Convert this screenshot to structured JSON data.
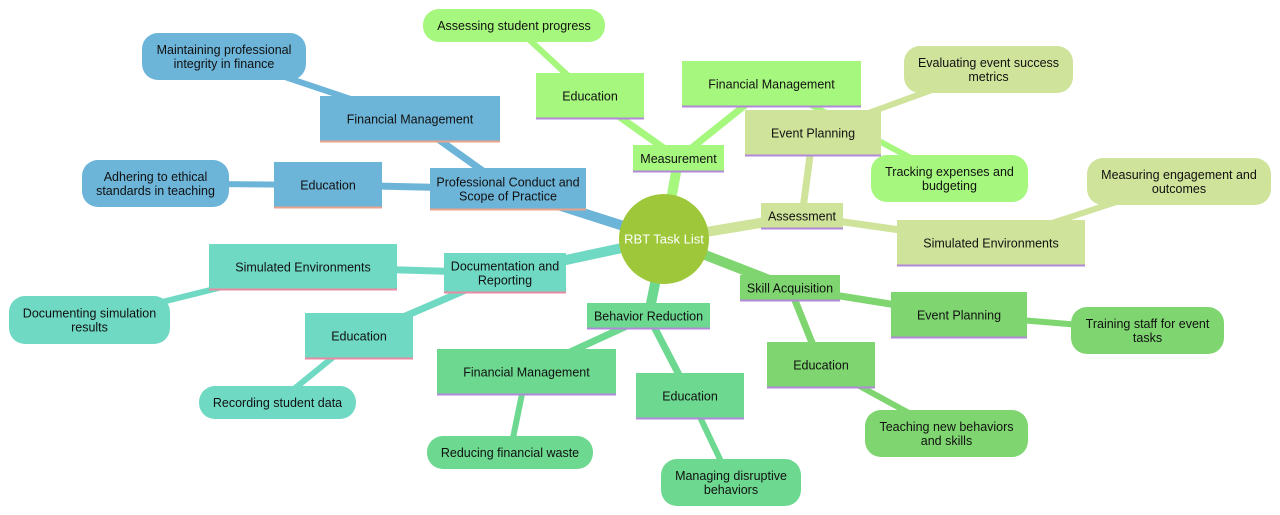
{
  "root": {
    "label": "RBT Task List",
    "color": "#9ec83a"
  },
  "branches": [
    {
      "id": "professional-conduct",
      "label": [
        "Professional Conduct and",
        "Scope of Practice"
      ],
      "color": "#6cb4d8",
      "children": [
        {
          "id": "financial-management",
          "label": [
            "Financial Management"
          ],
          "leaf": [
            "Maintaining professional",
            "integrity in finance"
          ]
        },
        {
          "id": "education",
          "label": [
            "Education"
          ],
          "leaf": [
            "Adhering to ethical",
            "standards in teaching"
          ]
        }
      ]
    },
    {
      "id": "measurement",
      "label": [
        "Measurement"
      ],
      "color": "#a6f77e",
      "children": [
        {
          "id": "education",
          "label": [
            "Education"
          ],
          "leaf": [
            "Assessing student progress"
          ]
        },
        {
          "id": "financial-management",
          "label": [
            "Financial Management"
          ],
          "leaf": [
            "Tracking expenses and",
            "budgeting"
          ]
        }
      ]
    },
    {
      "id": "assessment",
      "label": [
        "Assessment"
      ],
      "color": "#cfe39b",
      "children": [
        {
          "id": "event-planning",
          "label": [
            "Event Planning"
          ],
          "leaf": [
            "Evaluating event success",
            "metrics"
          ]
        },
        {
          "id": "simulated-environments",
          "label": [
            "Simulated Environments"
          ],
          "leaf": [
            "Measuring engagement and",
            "outcomes"
          ]
        }
      ]
    },
    {
      "id": "skill-acquisition",
      "label": [
        "Skill Acquisition"
      ],
      "color": "#7fd670",
      "children": [
        {
          "id": "event-planning",
          "label": [
            "Event Planning"
          ],
          "leaf": [
            "Training staff for event",
            "tasks"
          ]
        },
        {
          "id": "education",
          "label": [
            "Education"
          ],
          "leaf": [
            "Teaching new behaviors",
            "and skills"
          ]
        }
      ]
    },
    {
      "id": "behavior-reduction",
      "label": [
        "Behavior Reduction"
      ],
      "color": "#6dd890",
      "children": [
        {
          "id": "financial-management",
          "label": [
            "Financial Management"
          ],
          "leaf": [
            "Reducing financial waste"
          ]
        },
        {
          "id": "education",
          "label": [
            "Education"
          ],
          "leaf": [
            "Managing disruptive",
            "behaviors"
          ]
        }
      ]
    },
    {
      "id": "documentation-reporting",
      "label": [
        "Documentation and",
        "Reporting"
      ],
      "color": "#6fd9c4",
      "children": [
        {
          "id": "simulated-environments",
          "label": [
            "Simulated Environments"
          ],
          "leaf": [
            "Documenting simulation",
            "results"
          ]
        },
        {
          "id": "education",
          "label": [
            "Education"
          ],
          "leaf": [
            "Recording student data"
          ]
        }
      ]
    }
  ]
}
